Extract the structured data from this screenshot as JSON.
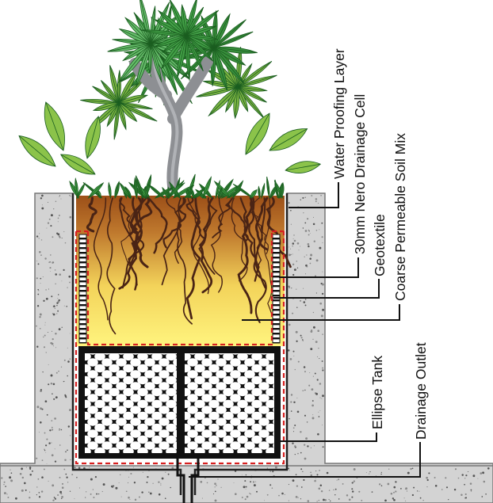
{
  "labels": {
    "waterproofing": "Water Proofing Layer",
    "drainage_cell": "30mm Nero Drainage Cell",
    "geotextile": "Geotextile",
    "soil_mix": "Coarse Permeable Soil Mix",
    "ellipse_tank": "Ellipse Tank",
    "drainage_outlet": "Drainage Outlet"
  },
  "icons": {
    "plant": "tropical-tree-illustration",
    "concrete": "speckled-concrete-texture"
  },
  "colors": {
    "concrete": "#d3d3d3",
    "concrete_speckle": "#555555",
    "soil_top": "#a0551c",
    "soil_bottom": "#fff37a",
    "root": "#4a2415",
    "tank": "#111111",
    "geotextile": "#d62020",
    "foliage_dark": "#2e7d32",
    "foliage_light": "#8bc34a",
    "trunk": "#8d8f93"
  }
}
